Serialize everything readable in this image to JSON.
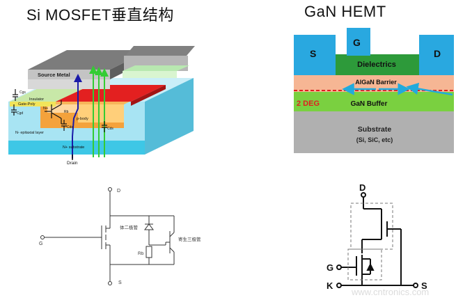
{
  "titles": {
    "mosfet": "Si  MOSFET垂直结构",
    "hemt": "GaN  HEMT"
  },
  "mosfet_structure": {
    "source_metal": "Source Metal",
    "cgs": "Cgs",
    "insulator": "Insulator",
    "gate_poly": "Gate-Poly",
    "cgd": "Cgd",
    "n_plus": "N+",
    "rb": "Rb",
    "p_body": "p-body",
    "cds_left": "Cds",
    "cds_right": "Cds",
    "n_epi": "N- epitaxial layer",
    "n_substrate": "N+ substrate",
    "drain": "Drain"
  },
  "hemt_structure": {
    "source": "S",
    "gate": "G",
    "drain": "D",
    "dielectrics": "Dielectrics",
    "algan": "AlGaN Barrier",
    "deg": "2 DEG",
    "gan": "GaN Buffer",
    "substrate": "Substrate",
    "substrate_materials": "(Si, SiC, etc)"
  },
  "mosfet_circuit": {
    "d": "D",
    "g": "G",
    "s": "S",
    "body_diode": "体二极管",
    "rb": "Rb",
    "parasitic_bjt": "寄生三极管"
  },
  "hemt_circuit": {
    "d": "D",
    "g": "G",
    "k": "K",
    "s": "S"
  },
  "watermark": "www.cntronics.com",
  "colors": {
    "source_metal": "#9a9a9a",
    "gate_poly": "#e32020",
    "p_body": "#f4a23c",
    "n_epi": "#9edff0",
    "substrate": "#3ec7e6",
    "hemt_electrode": "#29a8e0",
    "hemt_dielectric": "#2d9a3a",
    "hemt_algan": "#f6b694",
    "hemt_gan": "#7ad040",
    "hemt_substrate": "#b0b0b0",
    "arrow_green": "#33cc33",
    "arrow_blue": "#1a1aa8"
  }
}
